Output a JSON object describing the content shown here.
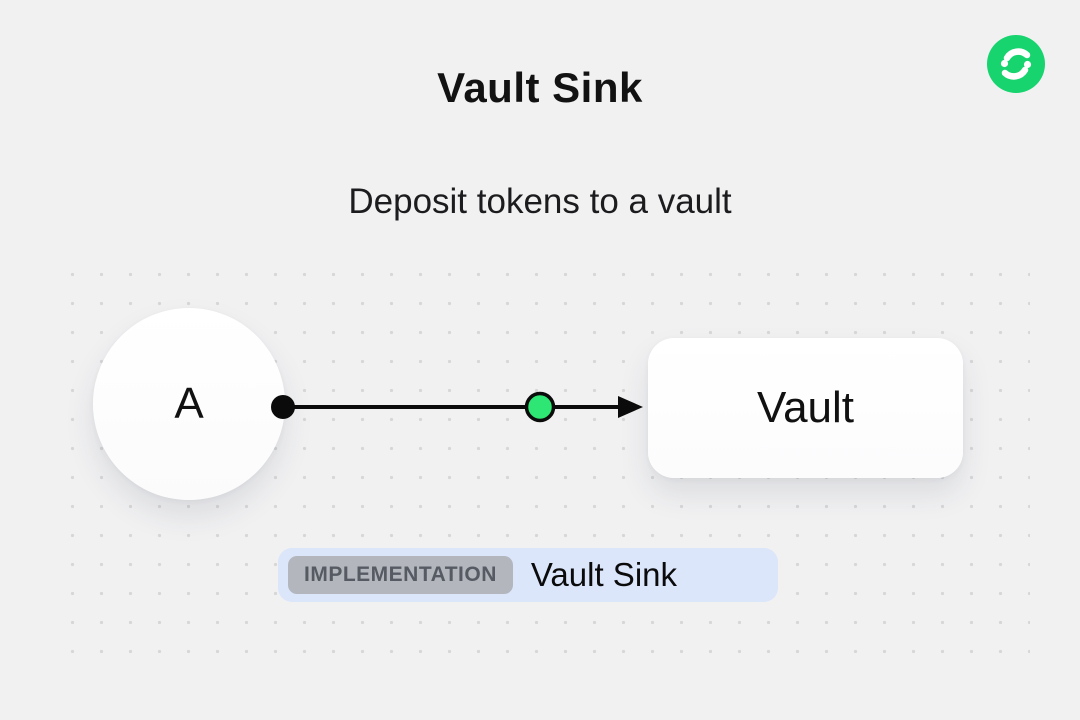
{
  "page": {
    "title": "Vault Sink",
    "subtitle": "Deposit tokens to a vault"
  },
  "diagram": {
    "source_node": {
      "label": "A"
    },
    "target_node": {
      "label": "Vault"
    },
    "edge": {
      "from": "A",
      "to": "Vault",
      "start_marker": "black-dot",
      "mid_marker": "green-dot",
      "end_marker": "arrowhead"
    },
    "badge": {
      "tag": "IMPLEMENTATION",
      "label": "Vault Sink"
    }
  },
  "icons": {
    "brand_logo": "fluid-logo"
  },
  "colors": {
    "background": "#f1f1f2",
    "accent_green": "#17d46f",
    "edge_black": "#0b0b0c",
    "badge_blue": "#dbe6fb",
    "badge_tag_gray": "#b3b6bd",
    "dot_grid_gray": "#d7d7d8"
  }
}
